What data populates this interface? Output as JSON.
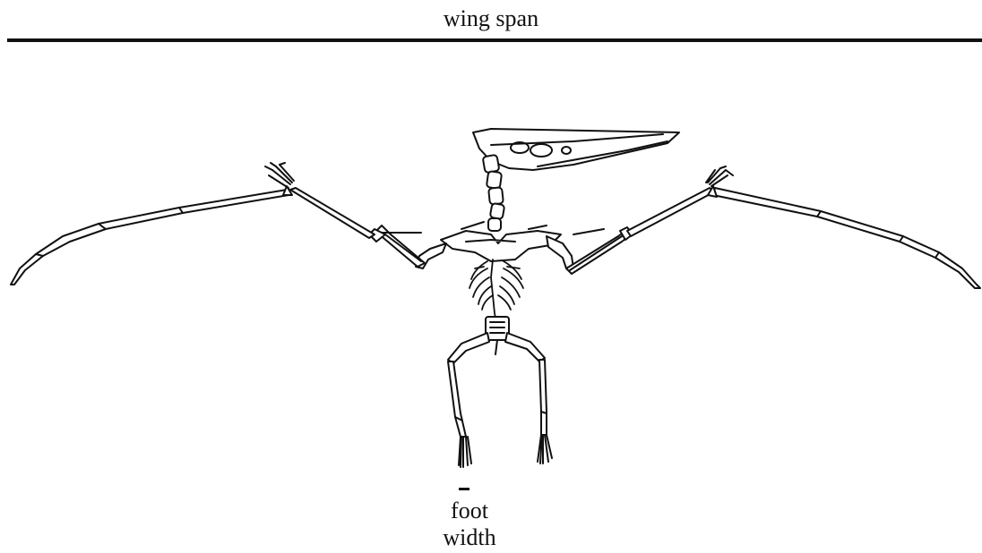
{
  "labels": {
    "wing_span": "wing span",
    "foot_line1": "foot",
    "foot_line2": "width"
  },
  "colors": {
    "ink": "#111111",
    "background": "#ffffff"
  }
}
